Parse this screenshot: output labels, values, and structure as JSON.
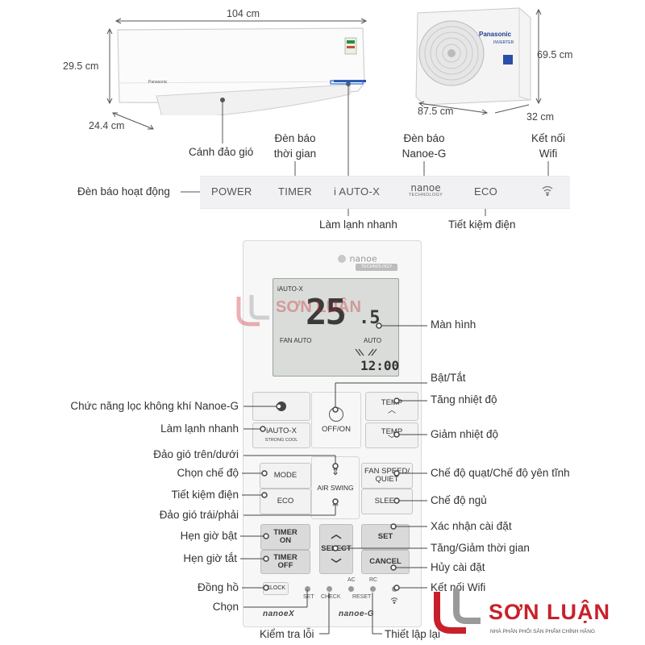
{
  "indoor_unit": {
    "brand": "Panasonic",
    "width": "104 cm",
    "height": "29.5 cm",
    "depth": "24.4 cm"
  },
  "outdoor_unit": {
    "brand": "Panasonic",
    "badge": "INVERTER",
    "height": "69.5 cm",
    "width": "87.5 cm",
    "depth": "32 cm"
  },
  "callouts_top": {
    "flap": "Cánh đảo gió",
    "timer_lamp_1": "Đèn báo",
    "timer_lamp_2": "thời gian",
    "nanoe_lamp_1": "Đèn báo",
    "nanoe_lamp_2": "Nanoe-G",
    "wifi_1": "Kết nối",
    "wifi_2": "Wifi",
    "power_lamp": "Đèn báo hoạt động",
    "fast_cool": "Làm lạnh nhanh",
    "eco_save": "Tiết kiệm điện"
  },
  "indicator_strip": {
    "power": "POWER",
    "timer": "TIMER",
    "iauto": "i AUTO-X",
    "nanoe": "nanoe",
    "nanoe_sub": "TECHNOLOGY",
    "eco": "ECO"
  },
  "remote": {
    "nanoe_logo": "nanoe",
    "nanoe_tech": "TECHNOLOGY",
    "screen": {
      "mode_text": "iAUTO-X",
      "temp": "25",
      "degree": ".5",
      "fan_text": "FAN AUTO",
      "auto_text": "AUTO",
      "time": "12:00"
    },
    "buttons": {
      "onoff": "OFF/ON",
      "temp_up": "TEMP",
      "temp_down": "TEMP",
      "iauto": "iAUTO-X",
      "iauto_sub": "STRONG COOL",
      "mode": "MODE",
      "air_swing": "AIR SWING",
      "fan_speed_1": "FAN SPEED/",
      "fan_speed_2": "QUIET",
      "eco": "ECO",
      "sleep": "SLEEP",
      "timer_on_1": "TIMER",
      "timer_on_2": "ON",
      "timer_off_1": "TIMER",
      "timer_off_2": "OFF",
      "select": "SELECT",
      "set": "SET",
      "cancel": "CANCEL",
      "clock": "CLOCK"
    },
    "small_labels": {
      "set": "SET",
      "check": "CHECK",
      "ac": "AC",
      "reset": "RESET",
      "rc": "RC"
    },
    "bottom_left": "nanoeX",
    "bottom_right": "nanoe-G"
  },
  "callouts_remote": {
    "screen": "Màn hình",
    "on_off": "Bật/Tắt",
    "nanoe_filter": "Chức năng lọc không khí Nanoe-G",
    "temp_up": "Tăng nhiệt độ",
    "fast_cool": "Làm lạnh nhanh",
    "temp_down": "Giảm nhiệt độ",
    "swing_vertical": "Đảo gió trên/dưới",
    "mode": "Chọn chế độ",
    "fan_mode": "Chế độ quạt/Chế độ yên tĩnh",
    "eco": "Tiết kiệm điện",
    "sleep": "Chế độ ngủ",
    "swing_horizontal": "Đảo gió trái/phải",
    "confirm": "Xác nhận cài đặt",
    "timer_on": "Hẹn giờ bật",
    "time_adjust": "Tăng/Giảm thời gian",
    "timer_off": "Hẹn giờ tắt",
    "cancel": "Hủy cài đặt",
    "clock": "Đồng hồ",
    "wifi": "Kết nối Wifi",
    "select": "Chọn",
    "check": "Kiểm tra lỗi",
    "reset": "Thiết lập lại"
  },
  "watermark": {
    "brand": "SƠN LUẬN",
    "tagline": "NHÀ PHÂN PHỐI SẢN PHẨM CHÍNH HÃNG"
  },
  "colors": {
    "brand_red": "#c8202a",
    "remote_body": "#f7f7f7",
    "lcd": "#d9dcd8",
    "leader": "#444444"
  }
}
